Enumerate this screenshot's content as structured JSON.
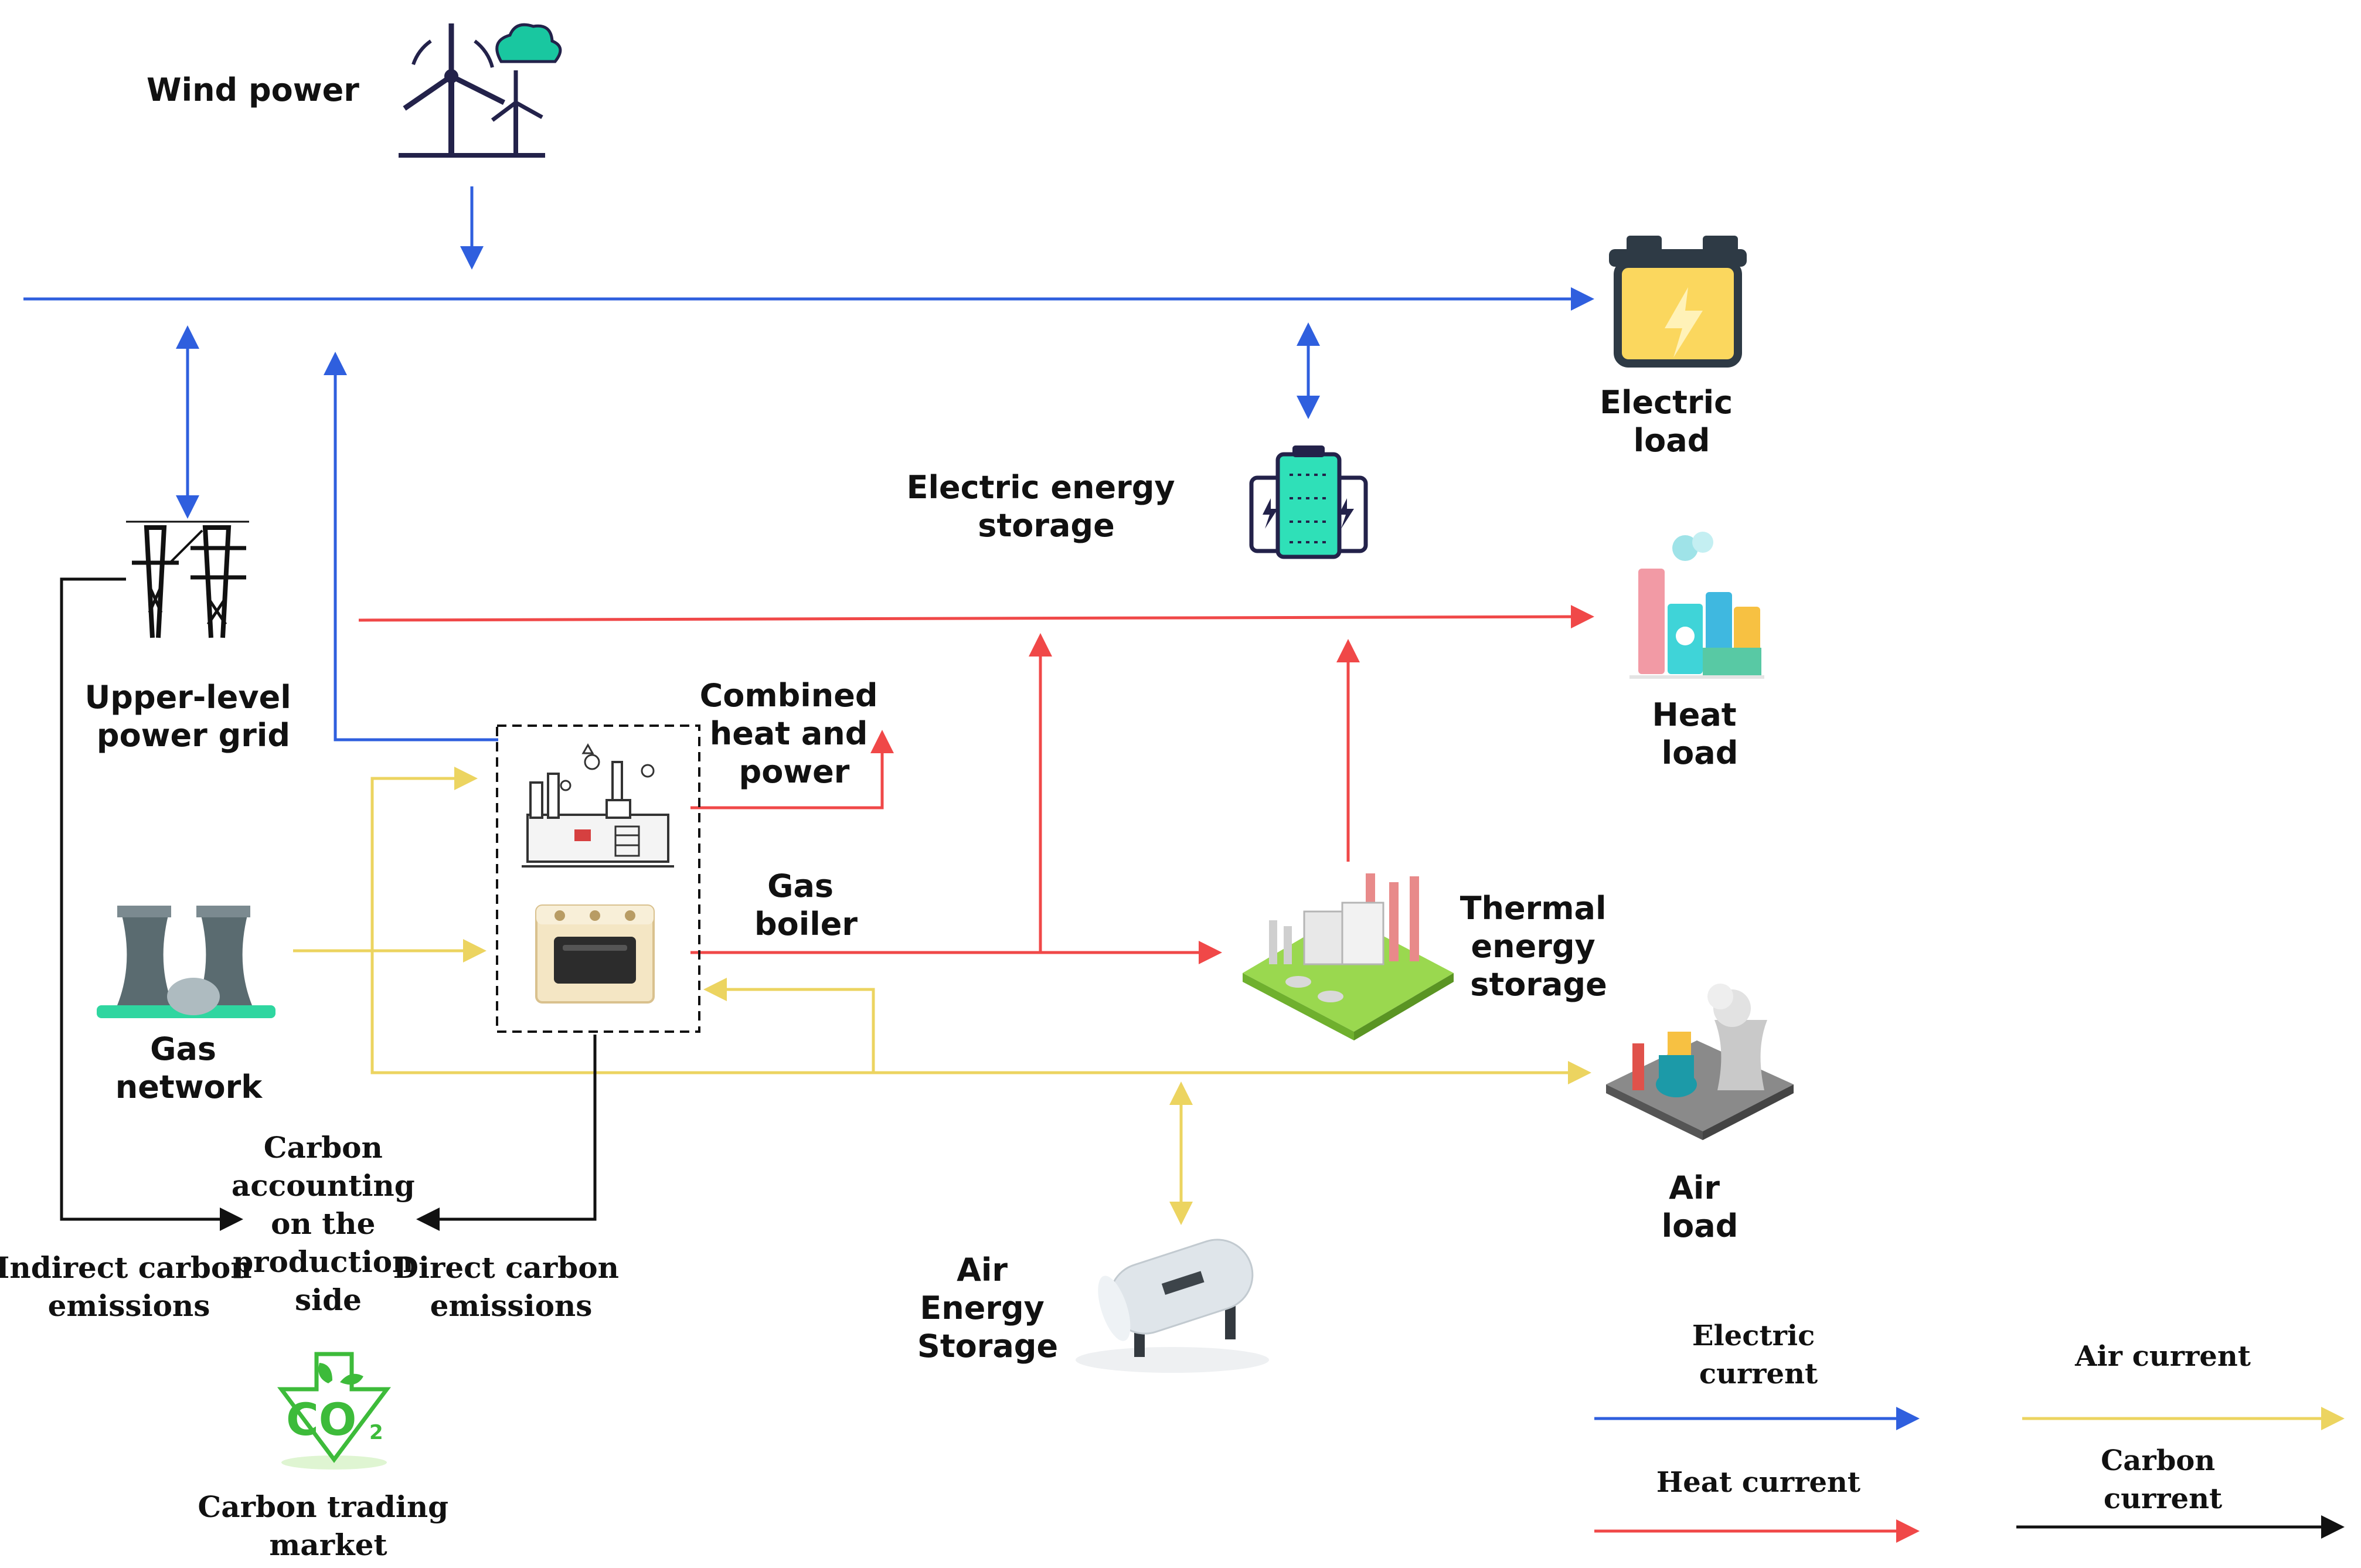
{
  "nodes": {
    "wind_power": "Wind power",
    "electric_load": [
      "Electric",
      "load"
    ],
    "electric_storage": [
      "Electric energy",
      "storage"
    ],
    "heat_load": [
      "Heat",
      "load"
    ],
    "upper_grid": [
      "Upper-level",
      "power grid"
    ],
    "chp": [
      "Combined",
      "heat and",
      "power"
    ],
    "gas_boiler": [
      "Gas",
      "boiler"
    ],
    "thermal_storage": [
      "Thermal",
      "energy",
      "storage"
    ],
    "gas_network": [
      "Gas",
      "network"
    ],
    "air_load": [
      "Air",
      "load"
    ],
    "carbon_accounting": [
      "Carbon",
      "accounting",
      "on the",
      "production",
      "side"
    ],
    "indirect_emissions": [
      "Indirect carbon",
      "emissions"
    ],
    "direct_emissions": [
      "Direct carbon",
      "emissions"
    ],
    "air_storage": [
      "Air",
      "Energy",
      "Storage"
    ],
    "carbon_market": [
      "Carbon trading",
      "market"
    ]
  },
  "icon_text": {
    "co2": "CO",
    "co2_sub": "2"
  },
  "legend": {
    "electric": [
      "Electric",
      "current"
    ],
    "air": "Air current",
    "heat": "Heat current",
    "carbon": [
      "Carbon",
      "current"
    ]
  },
  "colors": {
    "electric": "#2f5fde",
    "heat": "#f04848",
    "air": "#ecd460",
    "carbon": "#111111"
  }
}
